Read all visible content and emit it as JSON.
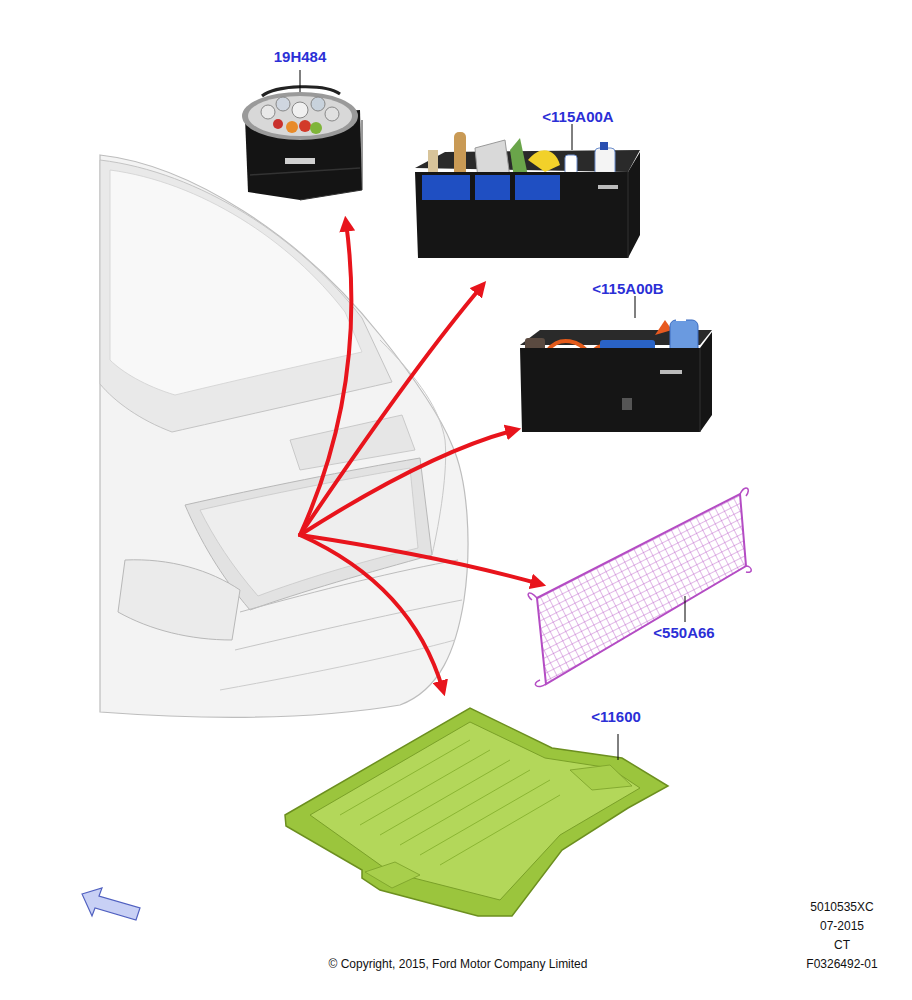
{
  "diagram": {
    "labels": [
      "19H484",
      "<115A00A",
      "<115A00B",
      "<550A66",
      "<11600",
      "5010535XC",
      "07-2015",
      "CT",
      "F0326492-01",
      "© Copyright, 2015, Ford Motor Company Limited"
    ]
  }
}
